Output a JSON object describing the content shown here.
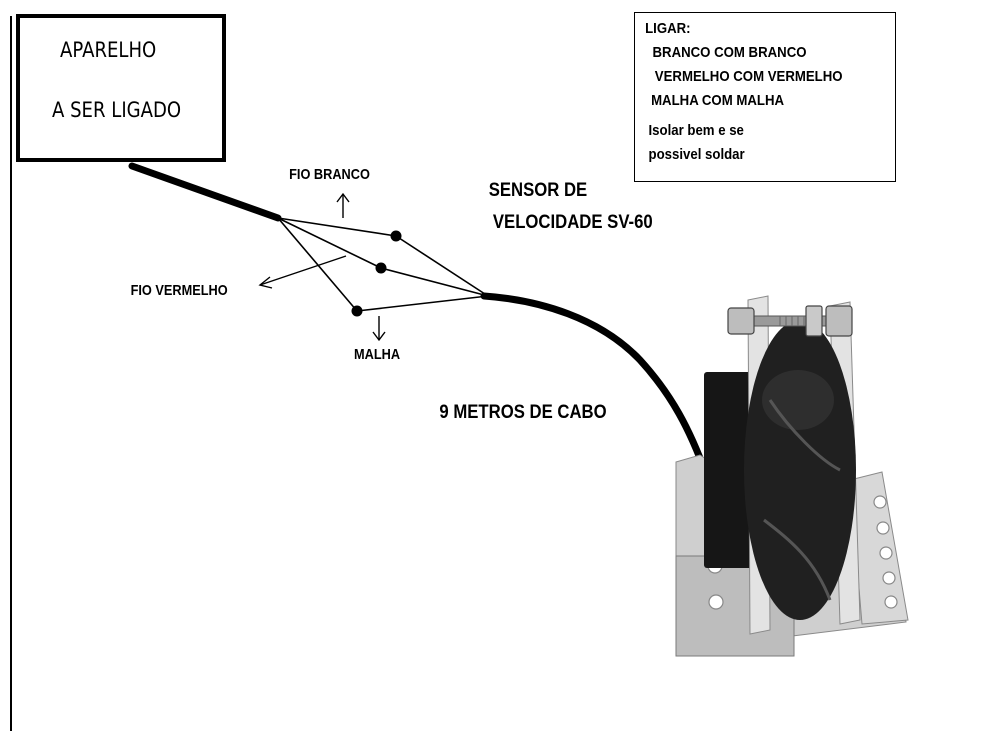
{
  "header": {
    "partial_text": ""
  },
  "device": {
    "line1": "APARELHO",
    "line2": "A SER LIGADO"
  },
  "instructions": {
    "title": "LIGAR:",
    "rules": [
      "BRANCO COM BRANCO",
      "VERMELHO COM VERMELHO",
      "MALHA COM MALHA"
    ],
    "note_line1": "Isolar bem e se",
    "note_line2": "possivel soldar"
  },
  "wires": {
    "white": "FIO BRANCO",
    "red": "FIO VERMELHO",
    "mesh": "MALHA"
  },
  "sensor": {
    "line1": "SENSOR DE",
    "line2": "VELOCIDADE SV-60"
  },
  "cable": {
    "label": "9  METROS DE CABO"
  },
  "colors": {
    "ink": "#000000",
    "background": "#ffffff",
    "metal": "#c8c8c8",
    "rubber": "#1a1a1a"
  }
}
